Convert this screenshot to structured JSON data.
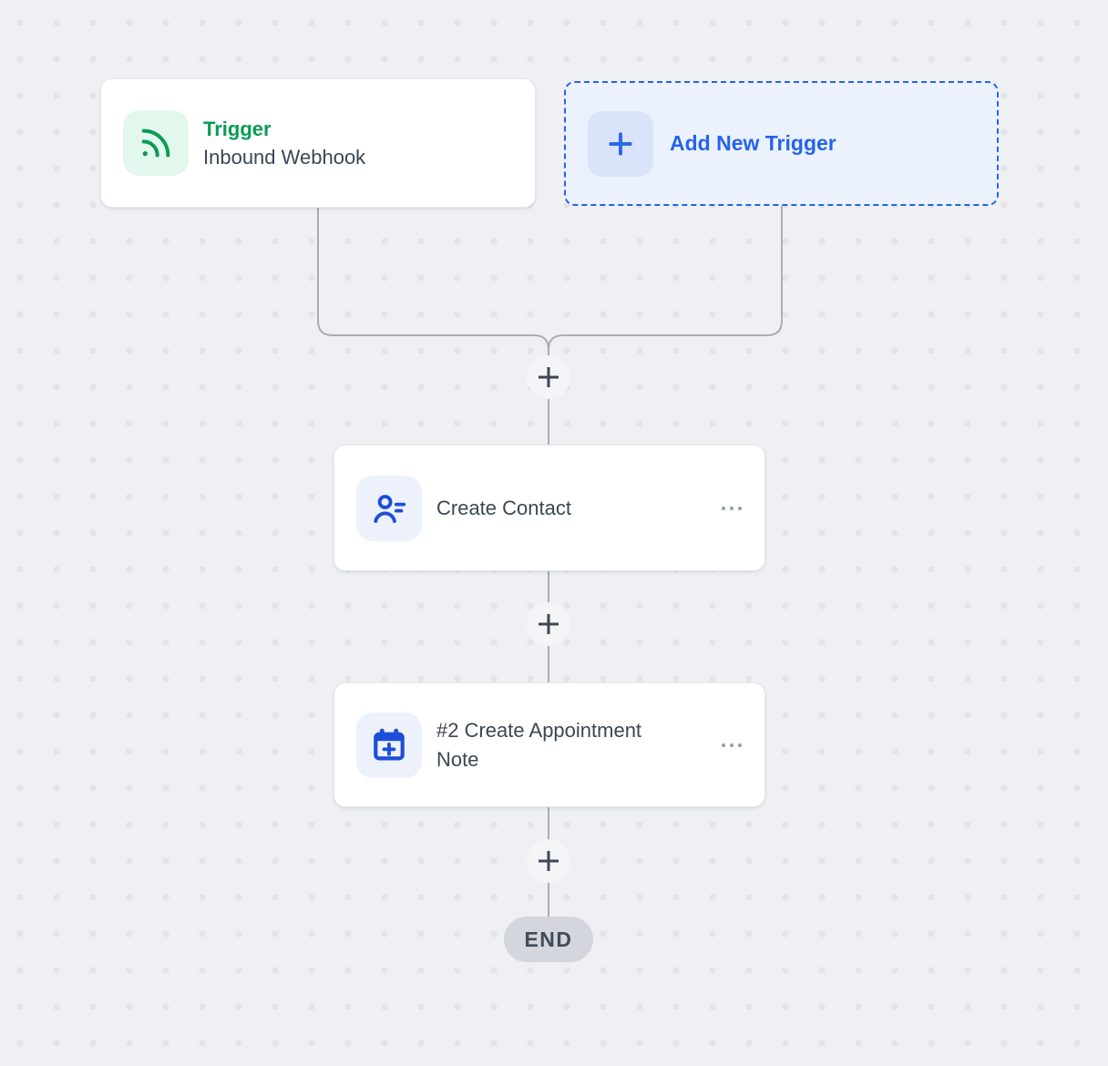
{
  "canvas": {
    "background_color": "#EFF0F3",
    "dot_color": "#E3E4E7",
    "line_color": "#A9ADB4"
  },
  "trigger_node": {
    "type_label": "Trigger",
    "title": "Inbound Webhook",
    "icon": "rss-icon",
    "accent_color": "#0A9B57",
    "icon_bg": "#E3F8EC"
  },
  "add_trigger_node": {
    "label": "Add New Trigger",
    "icon": "plus-icon",
    "accent_color": "#2563EB",
    "icon_bg": "#D9E4FA"
  },
  "action_nodes": [
    {
      "title": "Create Contact",
      "icon": "contact-icon",
      "icon_color": "#1D4ED8",
      "icon_bg": "#EDF1FC",
      "menu_icon": "ellipsis-icon"
    },
    {
      "title": "#2 Create Appointment Note",
      "icon": "calendar-plus-icon",
      "icon_color": "#1D4ED8",
      "icon_bg": "#EDF1FC",
      "menu_icon": "ellipsis-icon"
    }
  ],
  "connectors": {
    "add_step_icon": "plus-icon",
    "end_label": "END"
  }
}
